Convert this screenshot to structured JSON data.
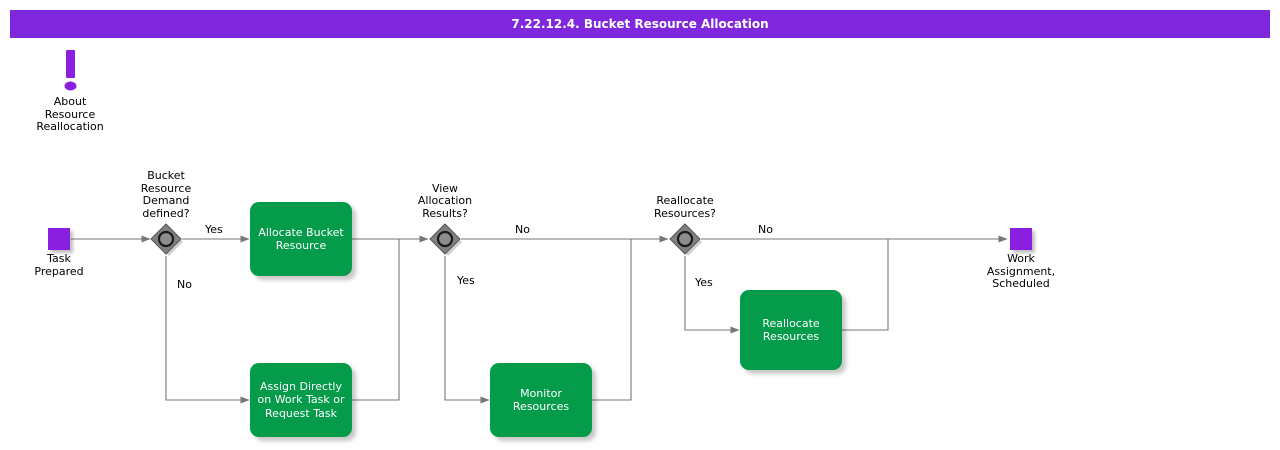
{
  "title": "7.22.12.4. Bucket Resource Allocation",
  "theme": {
    "title_bar_bg": "#7F27DD",
    "title_bar_fg": "#ffffff",
    "event_color": "#8A1FE0",
    "task_color": "#049B4B",
    "task_text": "#ffffff",
    "gateway_fill": "#808080",
    "connector_color": "#666666",
    "canvas_bg": "#ffffff"
  },
  "note": {
    "icon": "exclamation-mark-icon",
    "label": "About\nResource\nReallocation"
  },
  "events": [
    {
      "id": "start",
      "name": "task-prepared",
      "label": "Task\nPrepared",
      "type": "start"
    },
    {
      "id": "end",
      "name": "work-assignment-scheduled",
      "label": "Work\nAssignment,\nScheduled",
      "type": "end"
    }
  ],
  "gateways": [
    {
      "id": "gw1",
      "name": "bucket-resource-demand-defined",
      "label": "Bucket\nResource\nDemand\ndefined?"
    },
    {
      "id": "gw2",
      "name": "view-allocation-results",
      "label": "View\nAllocation\nResults?"
    },
    {
      "id": "gw3",
      "name": "reallocate-resources",
      "label": "Reallocate\nResources?"
    }
  ],
  "tasks": [
    {
      "id": "t1",
      "name": "allocate-bucket-resource",
      "label": "Allocate Bucket\nResource"
    },
    {
      "id": "t2",
      "name": "assign-directly-on-work-task-or-request-task",
      "label": "Assign Directly\non Work Task or\nRequest Task"
    },
    {
      "id": "t3",
      "name": "monitor-resources",
      "label": "Monitor\nResources"
    },
    {
      "id": "t4",
      "name": "reallocate-resources",
      "label": "Reallocate\nResources"
    }
  ],
  "edge_labels": [
    {
      "id": "e1",
      "name": "edge-label-gw1-yes",
      "text": "Yes"
    },
    {
      "id": "e2",
      "name": "edge-label-gw1-no",
      "text": "No"
    },
    {
      "id": "e3",
      "name": "edge-label-gw2-no",
      "text": "No"
    },
    {
      "id": "e4",
      "name": "edge-label-gw2-yes",
      "text": "Yes"
    },
    {
      "id": "e5",
      "name": "edge-label-gw3-no",
      "text": "No"
    },
    {
      "id": "e6",
      "name": "edge-label-gw3-yes",
      "text": "Yes"
    }
  ]
}
